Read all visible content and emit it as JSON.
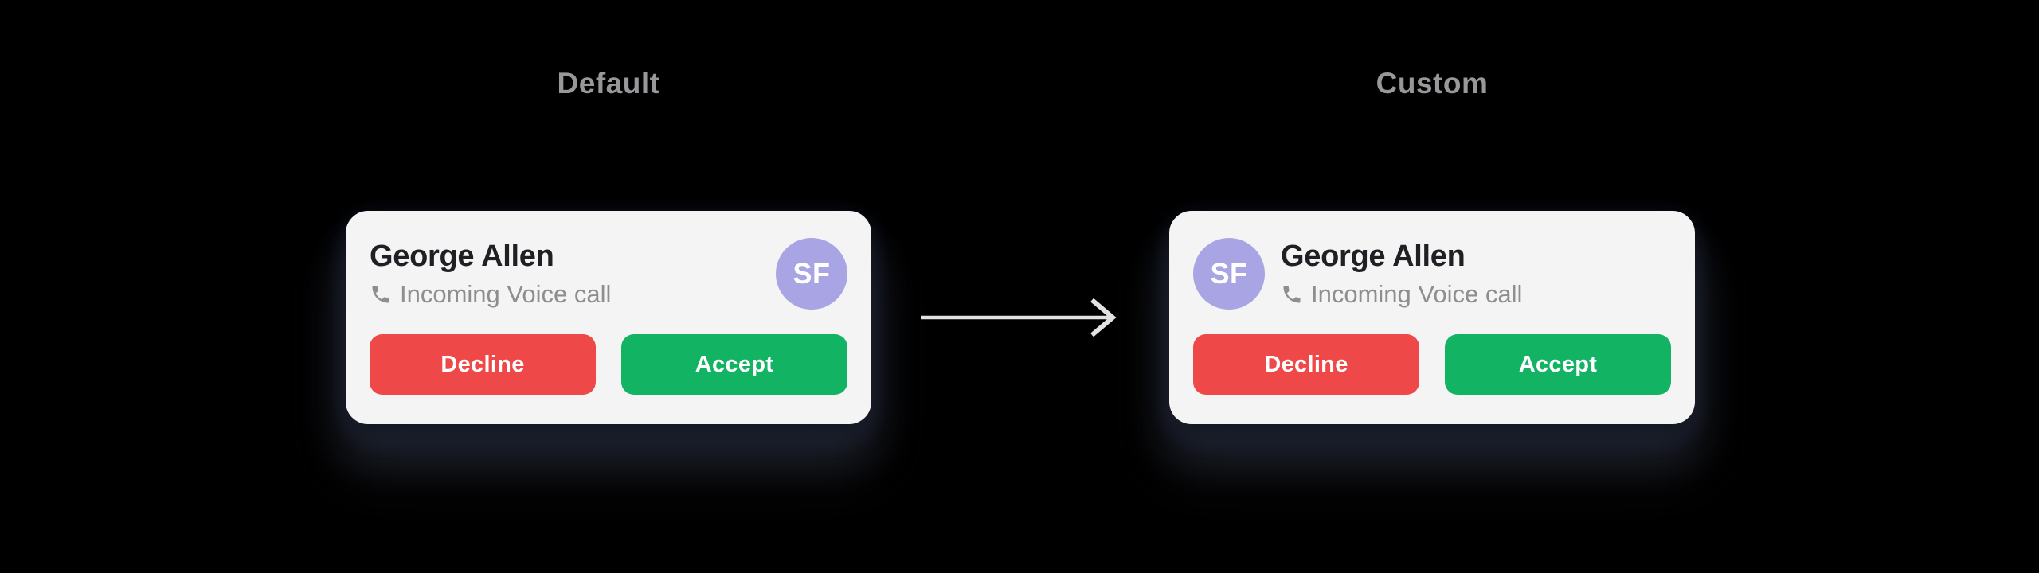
{
  "sections": {
    "default": {
      "label": "Default"
    },
    "custom": {
      "label": "Custom"
    }
  },
  "card": {
    "caller_name": "George Allen",
    "call_type": "Incoming Voice call",
    "avatar_initials": "SF",
    "actions": {
      "decline": "Decline",
      "accept": "Accept"
    }
  },
  "icons": {
    "phone": "phone-receiver-icon",
    "arrow": "arrow-right-icon"
  },
  "colors": {
    "background": "#000000",
    "card_background": "#f4f4f5",
    "section_label": "#98989b",
    "caller_name": "#1f2024",
    "subtitle": "#8e8e90",
    "avatar_background": "#a9a4e4",
    "avatar_text": "#ffffff",
    "decline_button": "#ef4848",
    "accept_button": "#12b464",
    "arrow": "#e3e3e3"
  }
}
